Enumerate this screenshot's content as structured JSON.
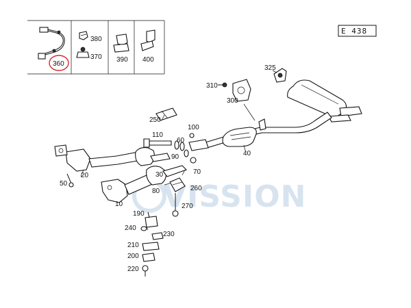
{
  "diagram_code": "E 438",
  "watermark": "VISSION",
  "inset": {
    "labels": [
      "360",
      "380",
      "370",
      "390",
      "400"
    ],
    "highlighted": "360",
    "highlight_color": "#d9262c"
  },
  "callouts": {
    "p325": "325",
    "p310": "310",
    "p300": "300",
    "p40": "40",
    "p250": "250",
    "p110": "110",
    "p100": "100",
    "p60": "60",
    "p90": "90",
    "p70": "70",
    "p30": "30",
    "p20": "20",
    "p50": "50",
    "p80": "80",
    "p10": "10",
    "p260": "260",
    "p270": "270",
    "p190": "190",
    "p240": "240",
    "p230": "230",
    "p210": "210",
    "p200": "200",
    "p220": "220"
  }
}
